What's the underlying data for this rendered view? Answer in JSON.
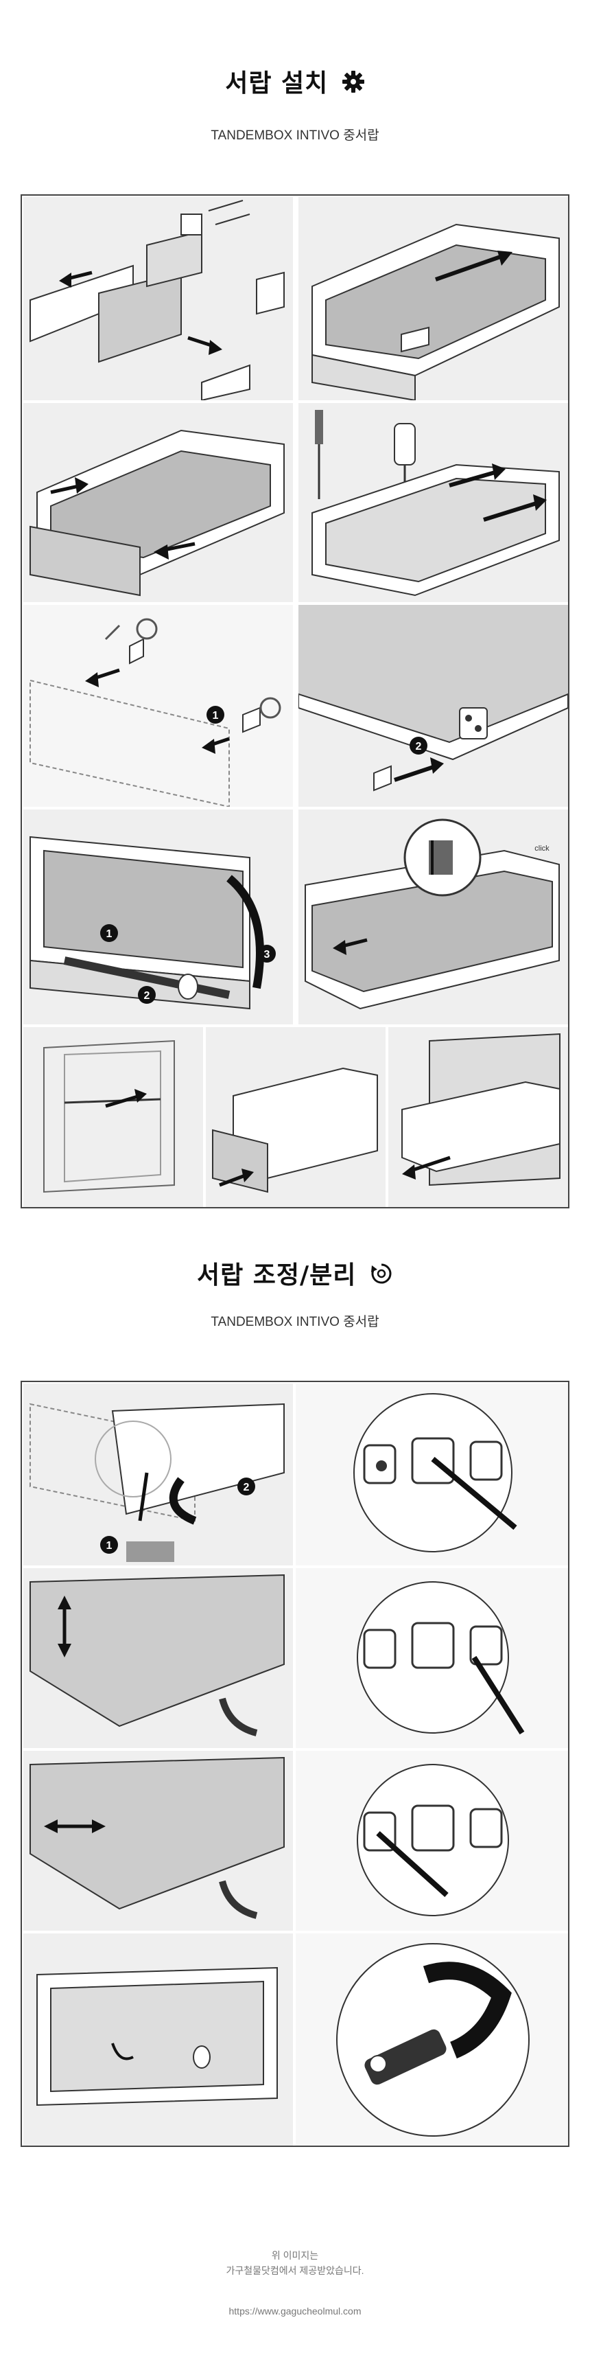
{
  "install": {
    "title": "서랍 설치",
    "subtitle": "TANDEMBOX INTIVO 중서랍",
    "icon": "gear-icon"
  },
  "adjust": {
    "title": "서랍 조정/분리",
    "subtitle": "TANDEMBOX INTIVO 중서랍",
    "icon": "cycle-icon"
  },
  "labels": {
    "n1": "1",
    "n2": "2",
    "n3": "3",
    "click": "click"
  },
  "footer": {
    "line1": "위 이미지는",
    "line2": "가구철물닷컴에서 제공받았습니다.",
    "url": "https://www.gagucheolmul.com"
  },
  "colors": {
    "frame": "#444444",
    "panel": "#efefef",
    "badge": "#111111"
  }
}
